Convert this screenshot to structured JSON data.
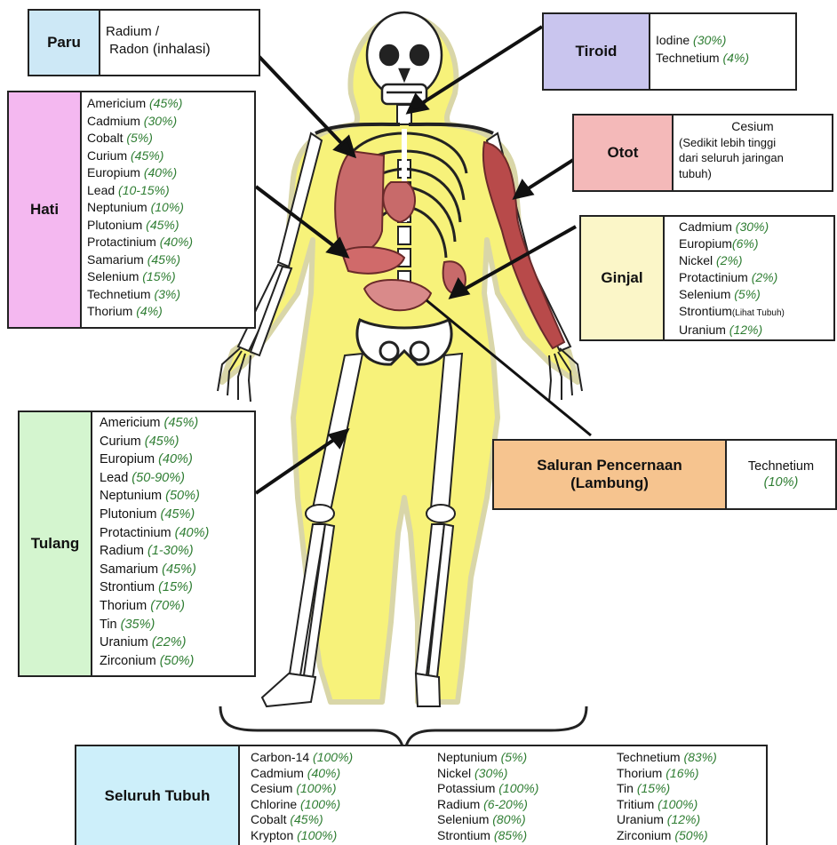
{
  "colors": {
    "paru": "#cde8f6",
    "hati": "#f4b8f0",
    "tiroid": "#c9c5ee",
    "otot": "#f4b9b9",
    "ginjal": "#fbf6c8",
    "tulang": "#d4f5cf",
    "saluran": "#f6c48f",
    "seluruh": "#cdeffa",
    "percent": "#2e7d32",
    "body_glow": "#f7f27a"
  },
  "organs": {
    "paru": {
      "label": "Paru",
      "text_line1": "Radium /",
      "text_line2_name": "Radon",
      "text_line2_note": " (inhalasi)"
    },
    "tiroid": {
      "label": "Tiroid",
      "items": [
        {
          "name": "Iodine",
          "pct": "(30%)"
        },
        {
          "name": "Technetium",
          "pct": "(4%)"
        }
      ]
    },
    "otot": {
      "label": "Otot",
      "title": "Cesium",
      "note_lines": [
        "(Sedikit lebih tinggi",
        "dari seluruh jaringan",
        "tubuh)"
      ]
    },
    "hati": {
      "label": "Hati",
      "items": [
        {
          "name": "Americium",
          "pct": "(45%)"
        },
        {
          "name": "Cadmium",
          "pct": "(30%)"
        },
        {
          "name": "Cobalt",
          "pct": "(5%)"
        },
        {
          "name": "Curium",
          "pct": "(45%)"
        },
        {
          "name": "Europium",
          "pct": "(40%)"
        },
        {
          "name": "Lead",
          "pct": "(10-15%)"
        },
        {
          "name": "Neptunium",
          "pct": "(10%)"
        },
        {
          "name": "Plutonium",
          "pct": "(45%)"
        },
        {
          "name": "Protactinium",
          "pct": "(40%)"
        },
        {
          "name": "Samarium",
          "pct": "(45%)"
        },
        {
          "name": "Selenium",
          "pct": "(15%)"
        },
        {
          "name": "Technetium",
          "pct": "(3%)"
        },
        {
          "name": "Thorium",
          "pct": "(4%)"
        }
      ]
    },
    "ginjal": {
      "label": "Ginjal",
      "items": [
        {
          "name": "Cadmium",
          "pct": "(30%)",
          "note": ""
        },
        {
          "name": "Europium",
          "pct": "(6%)",
          "note": ""
        },
        {
          "name": "Nickel",
          "pct": "(2%)",
          "note": ""
        },
        {
          "name": "Protactinium",
          "pct": "(2%)",
          "note": ""
        },
        {
          "name": "Selenium",
          "pct": "(5%)",
          "note": ""
        },
        {
          "name": "Strontium",
          "pct": "",
          "note": "(Lihat Tubuh)"
        },
        {
          "name": "Uranium",
          "pct": "(12%)",
          "note": ""
        }
      ]
    },
    "tulang": {
      "label": "Tulang",
      "items": [
        {
          "name": "Americium",
          "pct": "(45%)"
        },
        {
          "name": "Curium",
          "pct": "(45%)"
        },
        {
          "name": "Europium",
          "pct": "(40%)"
        },
        {
          "name": "Lead",
          "pct": "(50-90%)"
        },
        {
          "name": "Neptunium",
          "pct": "(50%)"
        },
        {
          "name": "Plutonium",
          "pct": "(45%)"
        },
        {
          "name": "Protactinium",
          "pct": "(40%)"
        },
        {
          "name": "Radium",
          "pct": "(1-30%)"
        },
        {
          "name": "Samarium",
          "pct": "(45%)"
        },
        {
          "name": "Strontium",
          "pct": "(15%)"
        },
        {
          "name": "Thorium",
          "pct": "(70%)"
        },
        {
          "name": "Tin",
          "pct": "(35%)"
        },
        {
          "name": "Uranium",
          "pct": "(22%)"
        },
        {
          "name": "Zirconium",
          "pct": "(50%)"
        }
      ]
    },
    "saluran": {
      "label_line1": "Saluran Pencernaan",
      "label_line2": "(Lambung)",
      "name": "Technetium",
      "pct": "(10%)"
    },
    "seluruh": {
      "label": "Seluruh Tubuh",
      "columns": [
        [
          {
            "name": "Carbon-14",
            "pct": "(100%)"
          },
          {
            "name": "Cadmium",
            "pct": "(40%)"
          },
          {
            "name": "Cesium",
            "pct": "(100%)"
          },
          {
            "name": "Chlorine",
            "pct": "(100%)"
          },
          {
            "name": "Cobalt",
            "pct": "(45%)"
          },
          {
            "name": "Krypton",
            "pct": "(100%)"
          }
        ],
        [
          {
            "name": "Neptunium",
            "pct": "(5%)"
          },
          {
            "name": "Nickel",
            "pct": "(30%)"
          },
          {
            "name": "Potassium",
            "pct": "(100%)"
          },
          {
            "name": "Radium",
            "pct": "(6-20%)"
          },
          {
            "name": "Selenium",
            "pct": "(80%)"
          },
          {
            "name": "Strontium",
            "pct": "(85%)"
          }
        ],
        [
          {
            "name": "Technetium",
            "pct": "(83%)"
          },
          {
            "name": "Thorium",
            "pct": "(16%)"
          },
          {
            "name": "Tin",
            "pct": "(15%)"
          },
          {
            "name": "Tritium",
            "pct": "(100%)"
          },
          {
            "name": "Uranium",
            "pct": "(12%)"
          },
          {
            "name": "Zirconium",
            "pct": "(50%)"
          }
        ]
      ]
    }
  }
}
